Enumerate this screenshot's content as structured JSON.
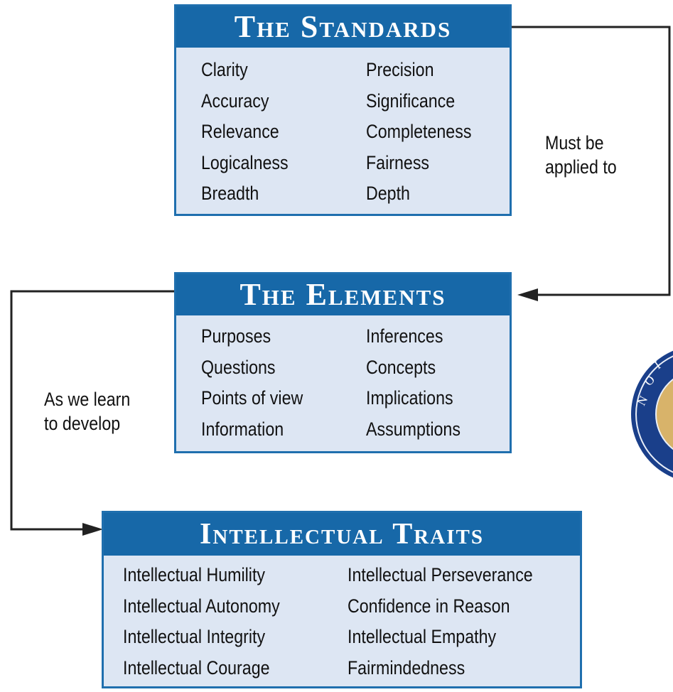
{
  "standards": {
    "title": "The Standards",
    "left": [
      "Clarity",
      "Accuracy",
      "Relevance",
      "Logicalness",
      "Breadth"
    ],
    "right": [
      "Precision",
      "Significance",
      "Completeness",
      "Fairness",
      "Depth"
    ]
  },
  "elements": {
    "title": "The Elements",
    "left": [
      "Purposes",
      "Questions",
      "Points of view",
      "Information"
    ],
    "right": [
      "Inferences",
      "Concepts",
      "Implications",
      "Assumptions"
    ]
  },
  "traits": {
    "title": "Intellectual Traits",
    "left": [
      "Intellectual Humility",
      "Intellectual Autonomy",
      "Intellectual Integrity",
      "Intellectual Courage"
    ],
    "right": [
      "Intellectual Perseverance",
      "Confidence in Reason",
      "Intellectual Empathy",
      "Fairmindedness"
    ]
  },
  "connectors": {
    "standards_to_elements": [
      "Must be",
      "applied to"
    ],
    "elements_to_traits": [
      "As we learn",
      "to develop"
    ]
  },
  "colors": {
    "header": "#1768a8",
    "box_bg": "#dde6f3",
    "border": "#1f6fae",
    "seal": "#1a3f8a"
  }
}
